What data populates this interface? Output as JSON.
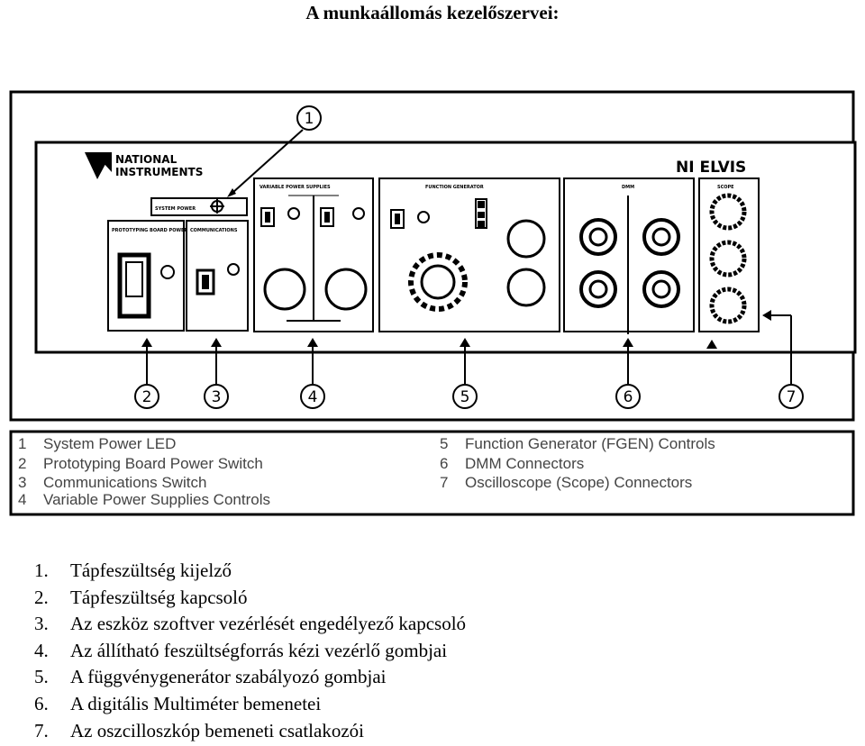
{
  "title": "A munkaállomás kezelőszervei:",
  "panel": {
    "brand_line1": "NATIONAL",
    "brand_line2": "INSTRUMENTS",
    "product": "NI ELVIS",
    "system_power": "SYSTEM POWER",
    "sections": {
      "prototyping_power": "PROTOTYPING BOARD POWER",
      "communications": "COMMUNICATIONS",
      "variable_power": "VARIABLE POWER SUPPLIES",
      "function_generator": "FUNCTION GENERATOR",
      "dmm": "DMM",
      "scope": "SCOPE"
    }
  },
  "callouts": [
    "1",
    "2",
    "3",
    "4",
    "5",
    "6",
    "7"
  ],
  "legend": [
    {
      "num": "1",
      "text": "System Power LED"
    },
    {
      "num": "2",
      "text": "Prototyping Board Power Switch"
    },
    {
      "num": "3",
      "text": "Communications Switch"
    },
    {
      "num": "4",
      "text": "Variable Power Supplies Controls"
    },
    {
      "num": "5",
      "text": "Function Generator (FGEN) Controls"
    },
    {
      "num": "6",
      "text": "DMM Connectors"
    },
    {
      "num": "7",
      "text": "Oscilloscope (Scope) Connectors"
    }
  ],
  "list": [
    {
      "num": "1.",
      "text": "Tápfeszültség kijelző"
    },
    {
      "num": "2.",
      "text": "Tápfeszültség kapcsoló"
    },
    {
      "num": "3.",
      "text": "Az eszköz szoftver vezérlését engedélyező kapcsoló"
    },
    {
      "num": "4.",
      "text": "Az állítható feszültségforrás kézi vezérlő gombjai"
    },
    {
      "num": "5.",
      "text": "A függvénygenerátor szabályozó gombjai"
    },
    {
      "num": "6.",
      "text": "A digitális Multiméter bemenetei"
    },
    {
      "num": "7.",
      "text": "Az oszcilloszkóp bemeneti csatlakozói"
    }
  ]
}
